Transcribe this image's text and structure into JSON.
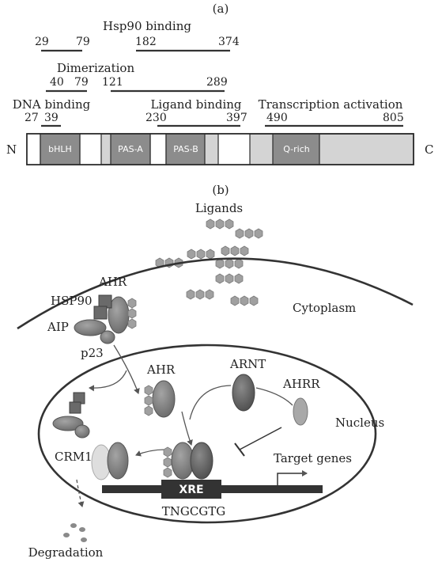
{
  "panel_a": {
    "label": "(a)",
    "hsp90": {
      "title": "Hsp90 binding",
      "n1": "29",
      "n2": "79",
      "n3": "182",
      "n4": "374"
    },
    "dimer": {
      "title": "Dimerization",
      "n1": "40",
      "n2": "79",
      "n3": "121",
      "n4": "289"
    },
    "dna": {
      "title": "DNA binding",
      "n1": "27",
      "n2": "39"
    },
    "ligand": {
      "title": "Ligand binding",
      "n1": "230",
      "n2": "397"
    },
    "transact": {
      "title": "Transcription activation",
      "n1": "490",
      "n2": "805"
    },
    "n_term": "N",
    "c_term": "C",
    "domains": {
      "bhlh": "bHLH",
      "pasa": "PAS-A",
      "pasb": "PAS-B",
      "qrich": "Q-rich"
    }
  },
  "panel_b": {
    "label": "(b)",
    "ligands": "Ligands",
    "ahr_top": "AHR",
    "hsp90": "HSP90",
    "aip": "AIP",
    "p23": "p23",
    "cytoplasm": "Cytoplasm",
    "ahr_mid": "AHR",
    "arnt": "ARNT",
    "ahrr": "AHRR",
    "nucleus": "Nucleus",
    "crm1": "CRM1",
    "target_genes": "Target genes",
    "xre": "XRE",
    "xre_seq": "TNGCGTG",
    "degradation": "Degradation"
  }
}
